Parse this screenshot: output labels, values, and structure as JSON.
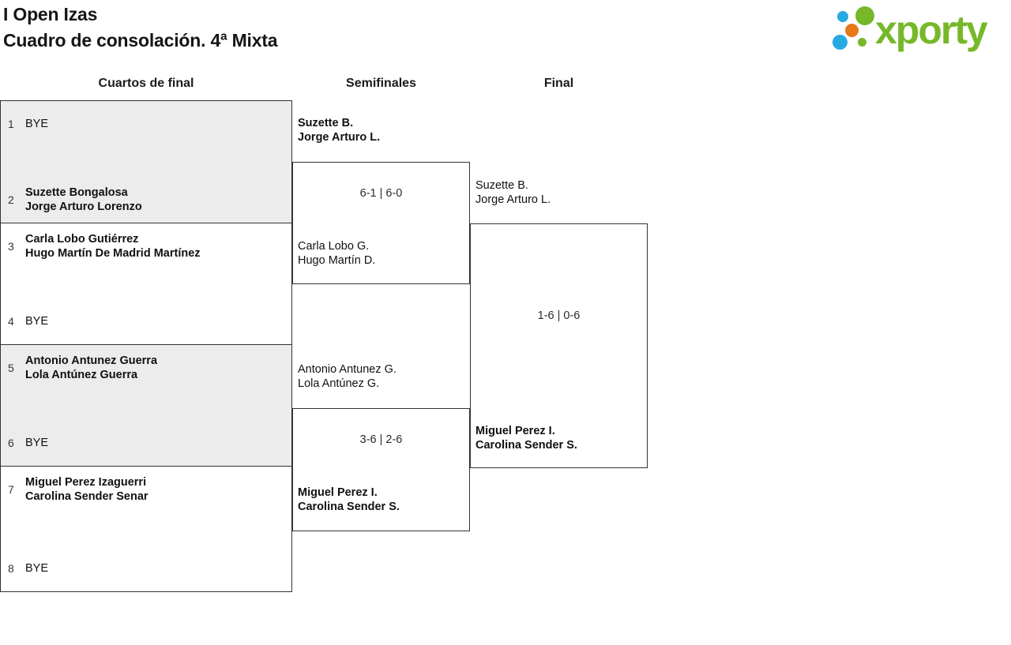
{
  "header": {
    "title": "I Open Izas",
    "subtitle": "Cuadro de consolación. 4ª Mixta",
    "logo": {
      "brand": "xporty"
    }
  },
  "colors": {
    "brand_green": "#76B82A",
    "brand_blue": "#29A9E1",
    "brand_orange": "#E87818",
    "row_gray": "#ECECEC",
    "line": "#333333"
  },
  "columns": {
    "quarterfinals": "Cuartos de final",
    "semifinals": "Semifinales",
    "final": "Final"
  },
  "quarterfinals": {
    "seeds": [
      {
        "n": "1",
        "line1": "BYE",
        "line2": "",
        "winner": false
      },
      {
        "n": "2",
        "line1": "Suzette Bongalosa",
        "line2": "Jorge Arturo Lorenzo",
        "winner": true
      },
      {
        "n": "3",
        "line1": "Carla Lobo Gutiérrez",
        "line2": "Hugo Martín De Madrid Martínez",
        "winner": true
      },
      {
        "n": "4",
        "line1": "BYE",
        "line2": "",
        "winner": false
      },
      {
        "n": "5",
        "line1": "Antonio Antunez Guerra",
        "line2": "Lola Antúnez Guerra",
        "winner": true
      },
      {
        "n": "6",
        "line1": "BYE",
        "line2": "",
        "winner": false
      },
      {
        "n": "7",
        "line1": "Miguel Perez Izaguerri",
        "line2": "Carolina Sender Senar",
        "winner": true
      },
      {
        "n": "8",
        "line1": "BYE",
        "line2": "",
        "winner": false
      }
    ]
  },
  "semifinals": [
    {
      "team_a": {
        "line1": "Suzette B.",
        "line2": "Jorge Arturo L.",
        "winner": true
      },
      "score": "6-1 | 6-0",
      "team_b": {
        "line1": "Carla Lobo G.",
        "line2": "Hugo Martín D.",
        "winner": false
      }
    },
    {
      "team_a": {
        "line1": "Antonio Antunez G.",
        "line2": "Lola Antúnez G.",
        "winner": false
      },
      "score": "3-6 | 2-6",
      "team_b": {
        "line1": "Miguel Perez I.",
        "line2": "Carolina Sender S.",
        "winner": true
      }
    }
  ],
  "final": {
    "team_a": {
      "line1": "Suzette B.",
      "line2": "Jorge Arturo L.",
      "winner": false
    },
    "score": "1-6 | 0-6",
    "team_b": {
      "line1": "Miguel Perez I.",
      "line2": "Carolina Sender S.",
      "winner": true
    }
  }
}
